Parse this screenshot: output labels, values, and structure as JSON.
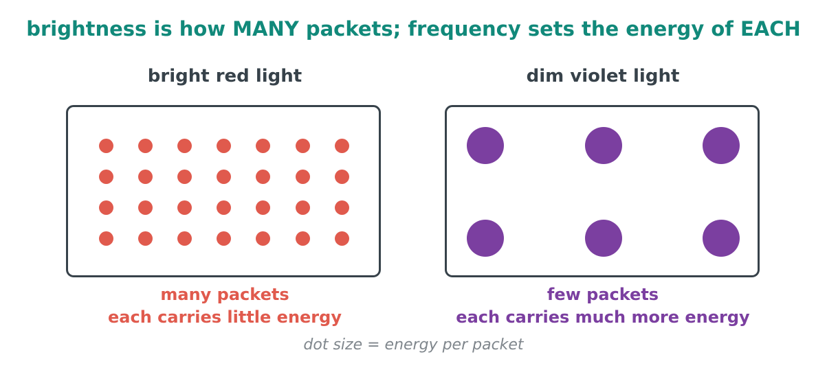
{
  "title": "brightness is how MANY packets; frequency sets the energy of EACH",
  "footnote": "dot size = energy per packet",
  "colors": {
    "title": "#11897a",
    "heading": "#37424a",
    "box_border": "#37424a",
    "red": "#e05a4d",
    "violet": "#7b3fa0",
    "footnote": "#7f868c"
  },
  "panels": {
    "red": {
      "heading": "bright red light",
      "caption_line1": "many packets",
      "caption_line2": "each carries little energy",
      "grid": {
        "cols": 7,
        "rows": 4
      }
    },
    "violet": {
      "heading": "dim violet light",
      "caption_line1": "few packets",
      "caption_line2": "each carries much more energy",
      "grid": {
        "cols": 3,
        "rows": 2
      }
    }
  }
}
